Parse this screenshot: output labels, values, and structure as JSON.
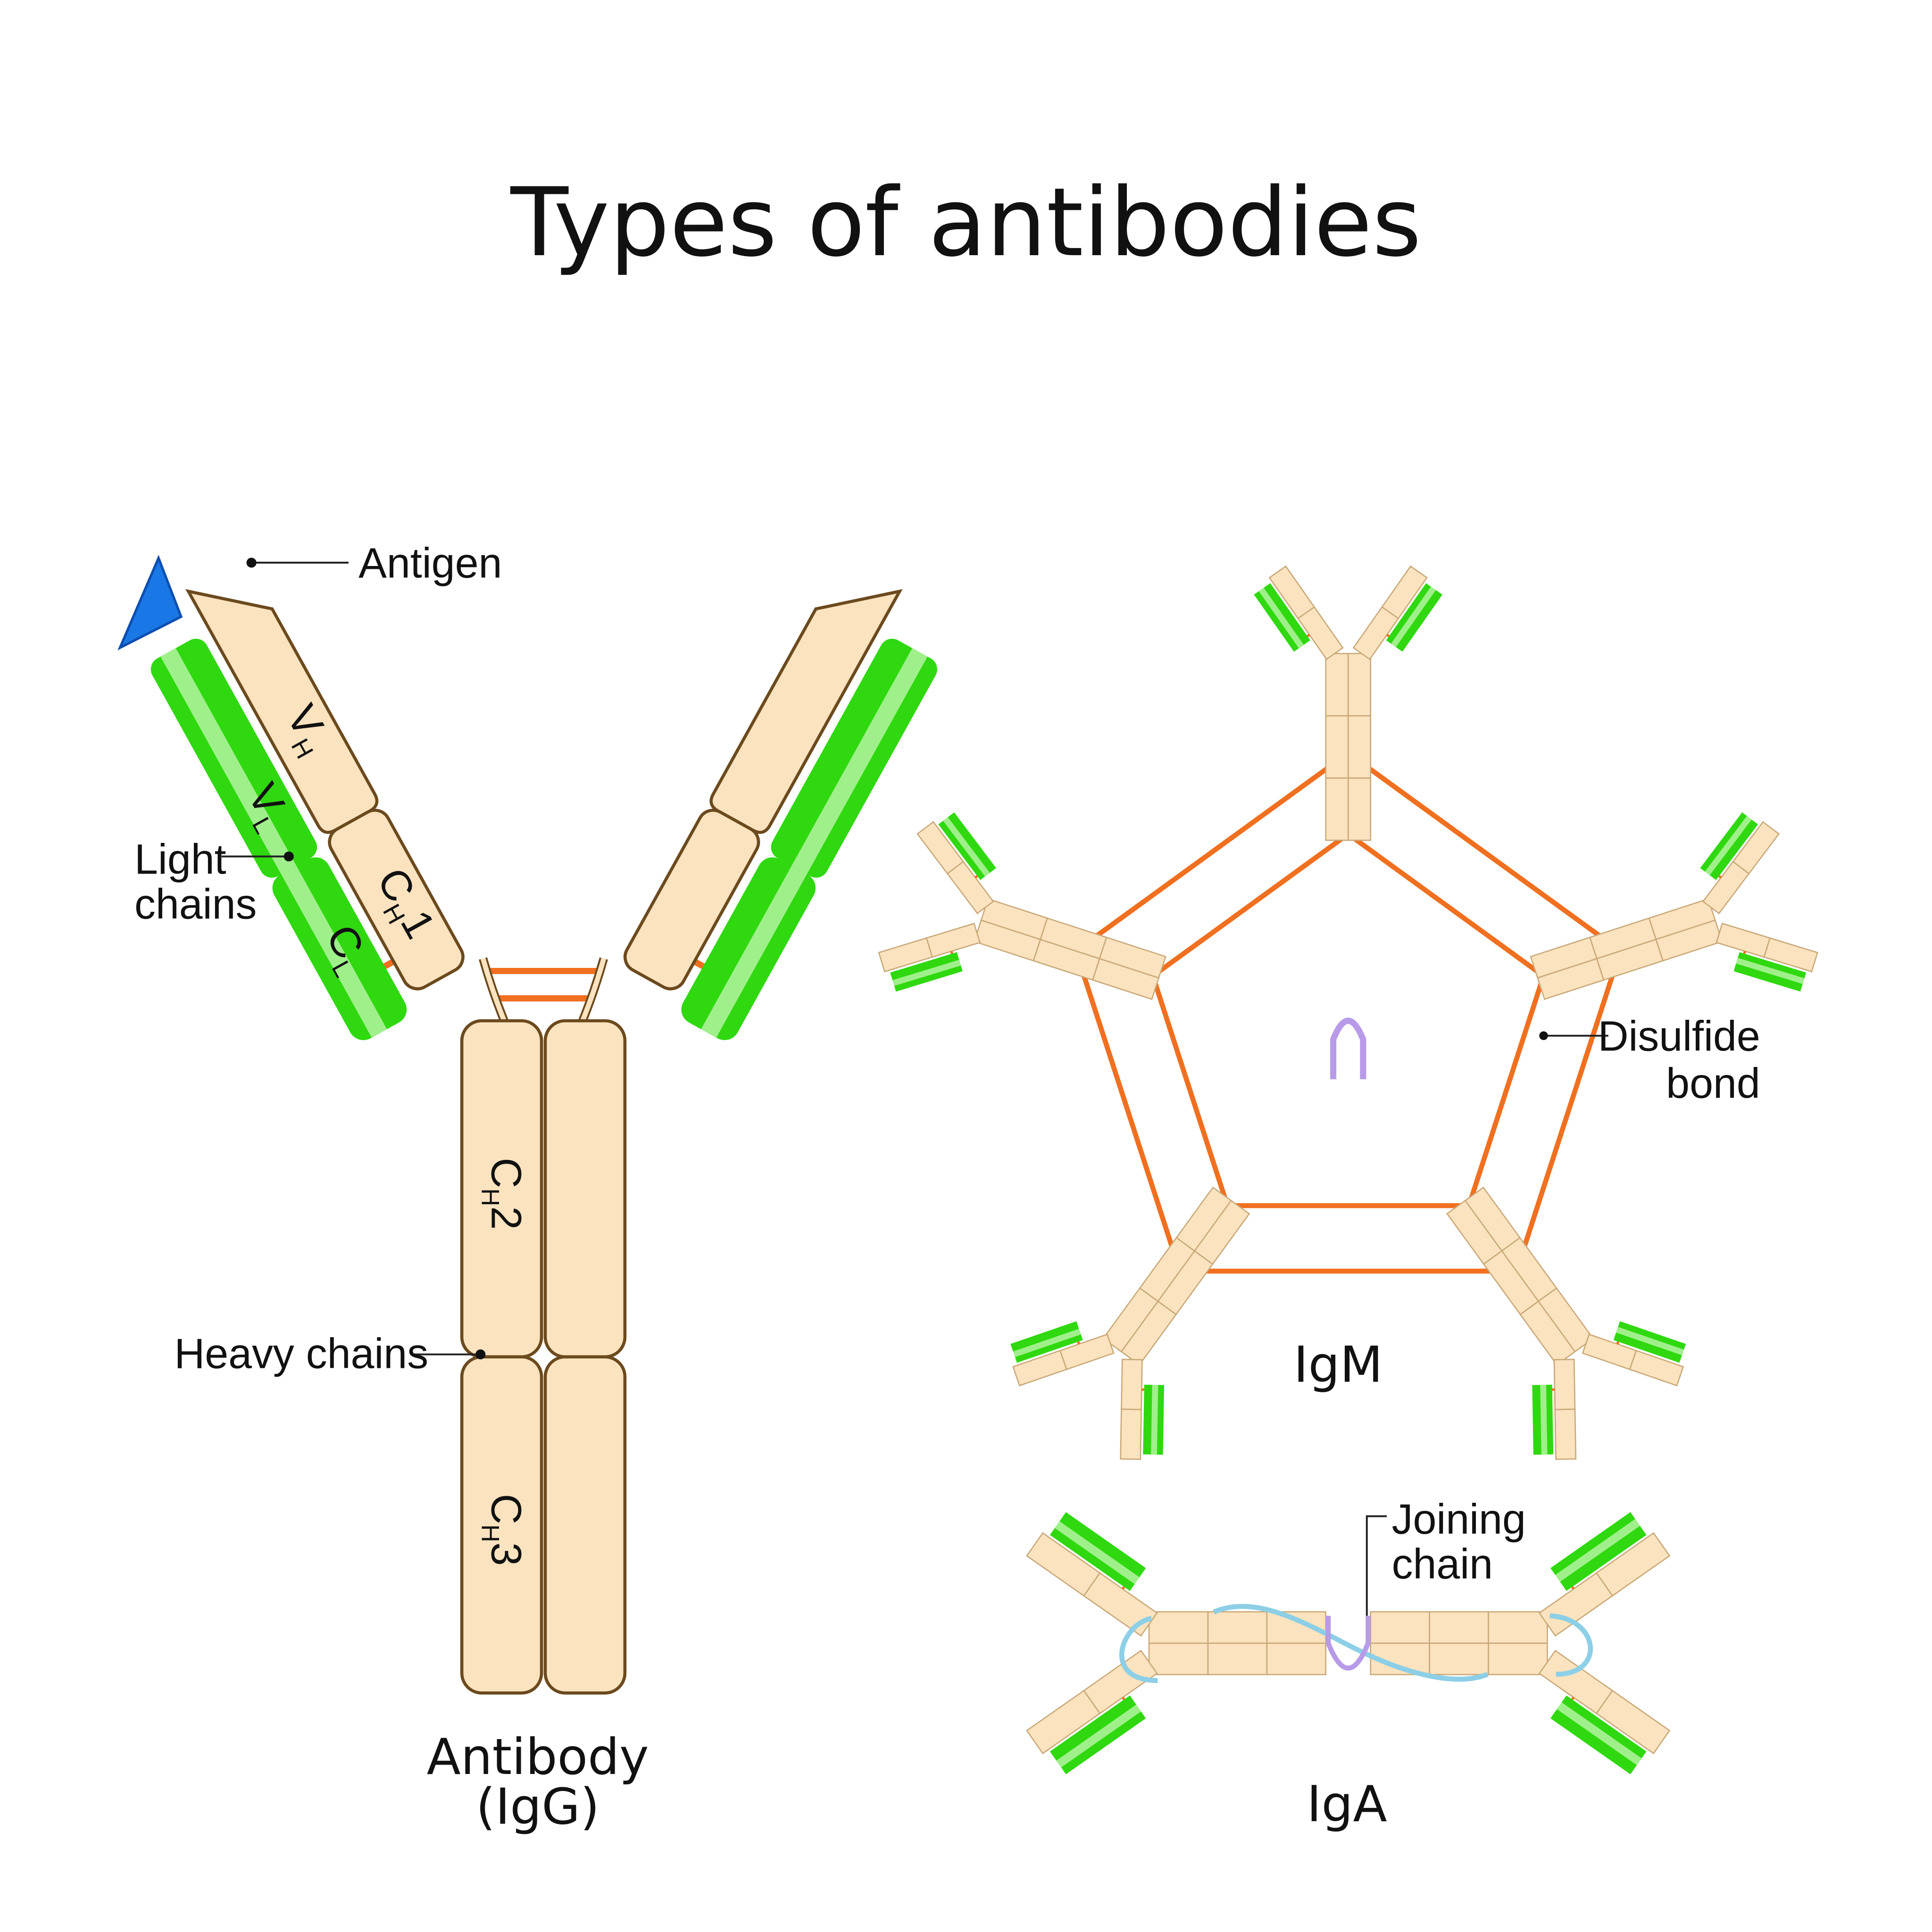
{
  "title": "Types of antibodies",
  "labels": {
    "antigen": "Antigen",
    "light_chains": [
      "Light",
      "chains"
    ],
    "heavy_chains": "Heavy chains",
    "disulfide_bond": [
      "Disulfide",
      "bond"
    ],
    "joining_chain": [
      "Joining",
      "chain"
    ]
  },
  "domains": {
    "vh": {
      "main": "V",
      "sub": "H"
    },
    "vl": {
      "main": "V",
      "sub": "L"
    },
    "ch1": {
      "main": "C",
      "sub": "H",
      "num": "1"
    },
    "cl": {
      "main": "C",
      "sub": "L"
    },
    "ch2": {
      "main": "C",
      "sub": "H",
      "num": "2"
    },
    "ch3": {
      "main": "C",
      "sub": "H",
      "num": "3"
    }
  },
  "captions": {
    "igg": [
      "Antibody",
      "(IgG)"
    ],
    "igm": "IgM",
    "iga": "IgA"
  },
  "colors": {
    "heavy": "#fbe3bf",
    "heavy_stroke": "#6b4a1e",
    "light": "#2fd80f",
    "light_hi": "#9ff08a",
    "antigen": "#1a78e6",
    "disulfide": "#f07020",
    "j_chain": "#b89be8",
    "secretory": "#8ccfe6"
  }
}
